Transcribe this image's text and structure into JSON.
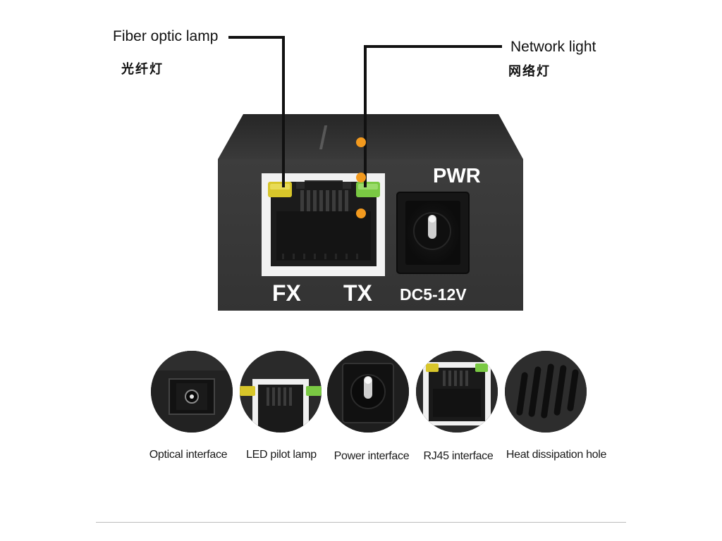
{
  "callouts": {
    "fiber_en": "Fiber optic lamp",
    "fiber_zh": "光纤灯",
    "network_en": "Network light",
    "network_zh": "网络灯"
  },
  "device": {
    "port_fx": "FX",
    "port_tx": "TX",
    "pwr": "PWR",
    "dc": "DC5-12V"
  },
  "details": [
    {
      "label": "Optical interface",
      "icon": "sc-optical-port-icon"
    },
    {
      "label": "LED pilot lamp",
      "icon": "led-indicator-icon"
    },
    {
      "label": "Power interface",
      "icon": "dc-power-jack-icon"
    },
    {
      "label": "RJ45 interface",
      "icon": "rj45-port-icon"
    },
    {
      "label": "Heat dissipation hole",
      "icon": "vent-slots-icon"
    }
  ],
  "colors": {
    "device_body": "#3a3a3a",
    "device_top": "#2b2b2b",
    "fiber_led": "#d8c62a",
    "network_led": "#7ac943",
    "marker": "#f39a1e",
    "callout_line": "#111111"
  }
}
